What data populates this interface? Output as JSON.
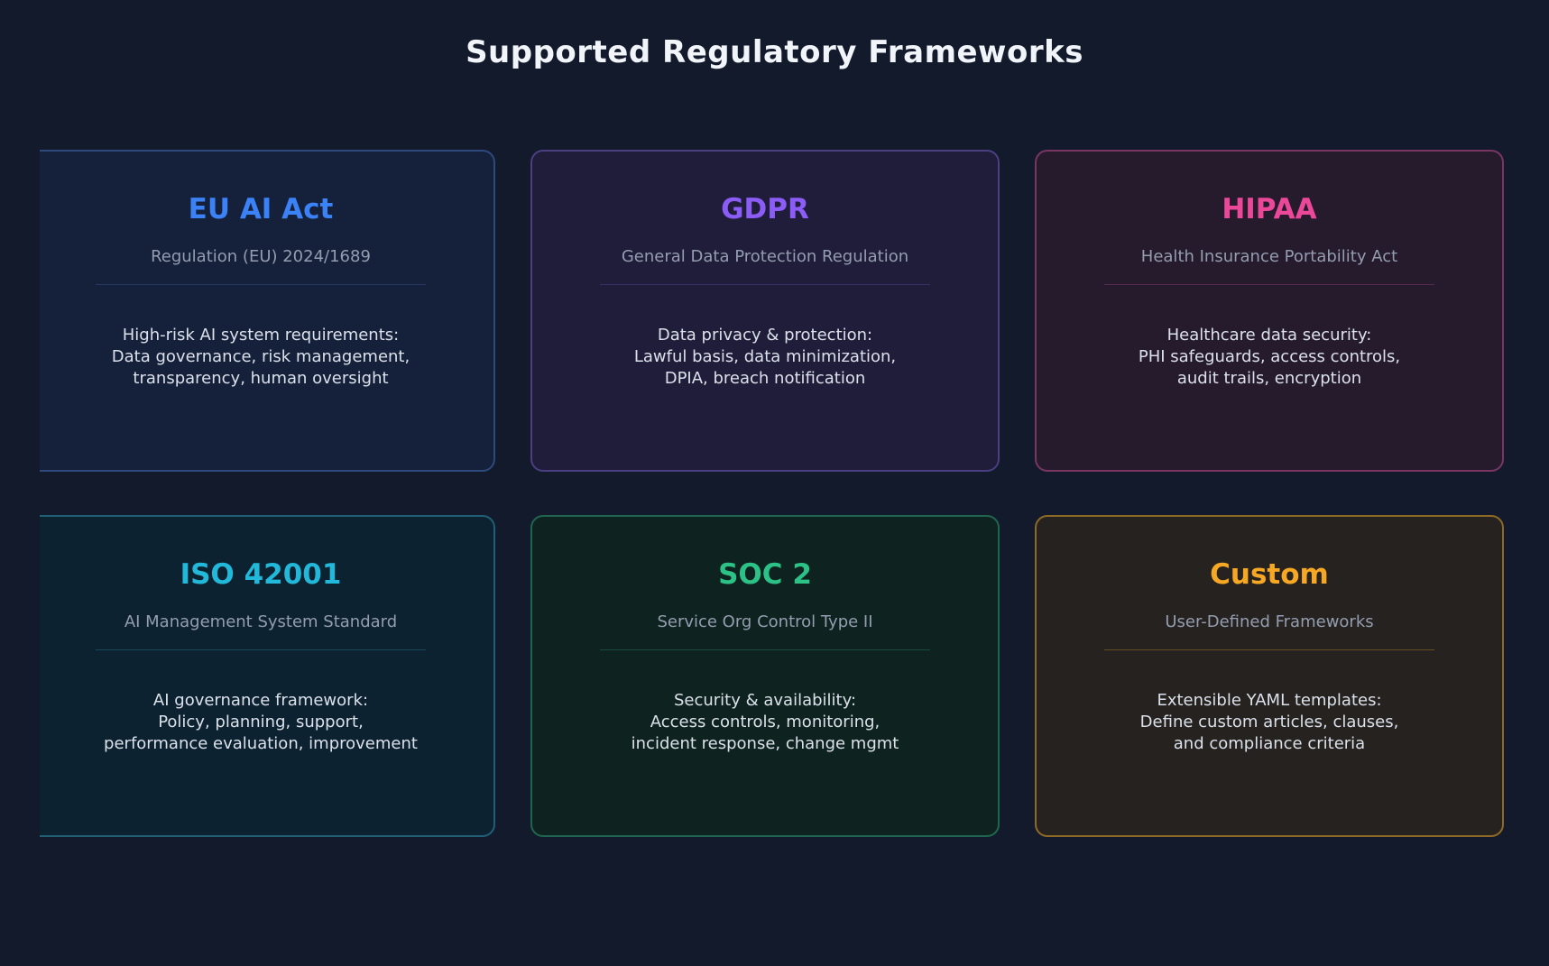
{
  "page": {
    "title": "Supported Regulatory Frameworks",
    "background_color": "#121a2c",
    "title_color": "#f1f4f9"
  },
  "frameworks": [
    {
      "name": "EU AI Act",
      "subtitle": "Regulation (EU) 2024/1689",
      "description_lines": [
        "High-risk AI system requirements:",
        "Data governance, risk management,",
        "transparency, human oversight"
      ],
      "accent": "#3b82f6",
      "border": "#2e4a7d",
      "background": "#15203a"
    },
    {
      "name": "GDPR",
      "subtitle": "General Data Protection Regulation",
      "description_lines": [
        "Data privacy & protection:",
        "Lawful basis, data minimization,",
        "DPIA, breach notification"
      ],
      "accent": "#8b5cf6",
      "border": "#4a3f80",
      "background": "#201d3a"
    },
    {
      "name": "HIPAA",
      "subtitle": "Health Insurance Portability Act",
      "description_lines": [
        "Healthcare data security:",
        "PHI safeguards, access controls,",
        "audit trails, encryption"
      ],
      "accent": "#ec4899",
      "border": "#7a3663",
      "background": "#261b2d"
    },
    {
      "name": "ISO 42001",
      "subtitle": "AI Management System Standard",
      "description_lines": [
        "AI governance framework:",
        "Policy, planning, support,",
        "performance evaluation, improvement"
      ],
      "accent": "#22b8d9",
      "border": "#1f6076",
      "background": "#0d2230"
    },
    {
      "name": "SOC 2",
      "subtitle": "Service Org Control Type II",
      "description_lines": [
        "Security & availability:",
        "Access controls, monitoring,",
        "incident response, change mgmt"
      ],
      "accent": "#2cc186",
      "border": "#20654f",
      "background": "#0e231f"
    },
    {
      "name": "Custom",
      "subtitle": "User-Defined Frameworks",
      "description_lines": [
        "Extensible YAML templates:",
        "Define custom articles, clauses,",
        "and compliance criteria"
      ],
      "accent": "#f6a723",
      "border": "#8f6a26",
      "background": "#26221f"
    }
  ]
}
